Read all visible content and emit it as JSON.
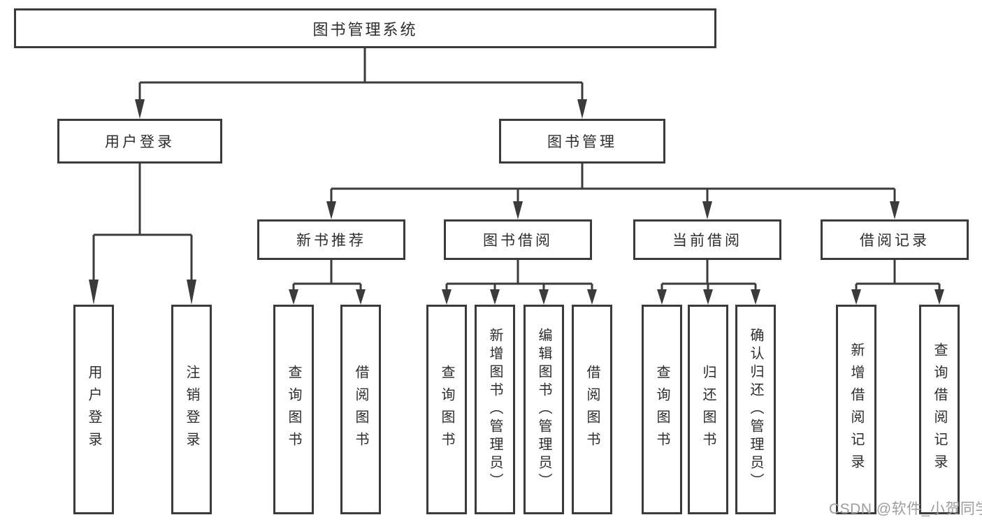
{
  "diagram": {
    "root": {
      "label": "图书管理系统"
    },
    "level2": [
      {
        "label": "用户登录"
      },
      {
        "label": "图书管理"
      }
    ],
    "level3": [
      {
        "label": "新书推荐"
      },
      {
        "label": "图书借阅"
      },
      {
        "label": "当前借阅"
      },
      {
        "label": "借阅记录"
      }
    ],
    "leaves": {
      "user_login": [
        {
          "label": "用户登录"
        },
        {
          "label": "注销登录"
        }
      ],
      "new_book": [
        {
          "label": "查询图书"
        },
        {
          "label": "借阅图书"
        }
      ],
      "book_borrow": [
        {
          "label": "查询图书"
        },
        {
          "label": "新增图书（管理员）"
        },
        {
          "label": "编辑图书（管理员）"
        },
        {
          "label": "借阅图书"
        }
      ],
      "current_borrow": [
        {
          "label": "查询图书"
        },
        {
          "label": "归还图书"
        },
        {
          "label": "确认归还（管理员）"
        }
      ],
      "borrow_records": [
        {
          "label": "新增借阅记录"
        },
        {
          "label": "查询借阅记录"
        }
      ]
    },
    "watermark": "CSDN @软件_小贺同学",
    "colors": {
      "line": "#3b3b3b",
      "text": "#2d2d2d",
      "watermark": "#9d9d9d",
      "background": "#ffffff"
    }
  }
}
